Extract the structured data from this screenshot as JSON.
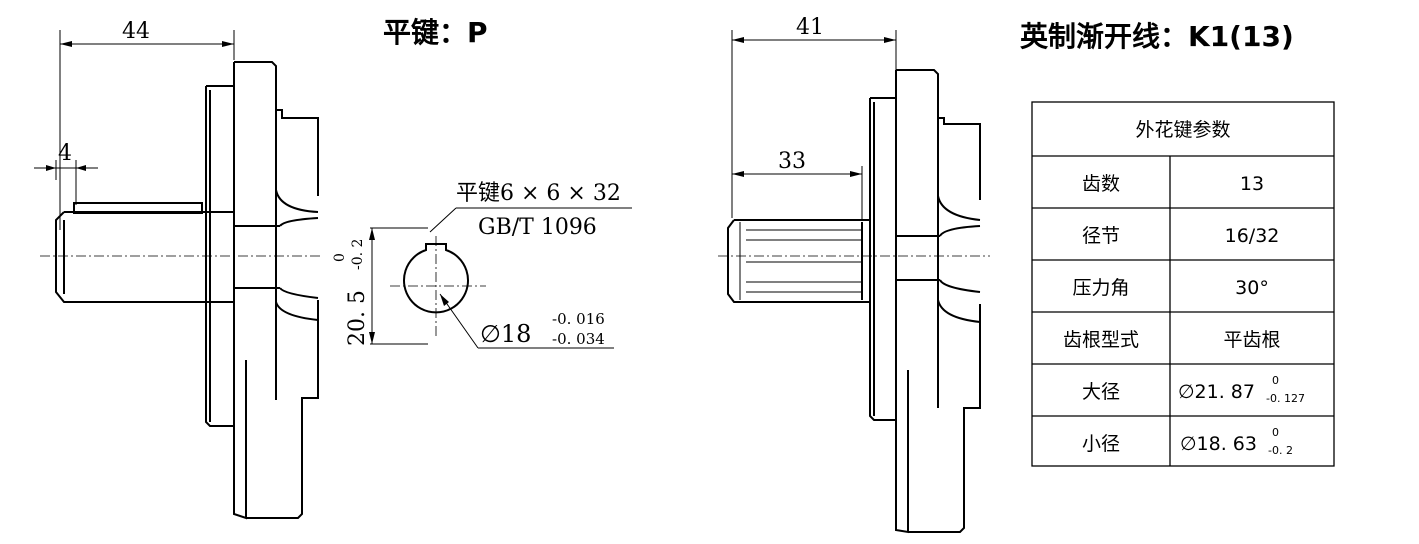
{
  "left_drawing": {
    "title": "平键：P",
    "dim_overall": "44",
    "dim_step": "4",
    "key_callout_line1": "平键6 × 6 × 32",
    "key_callout_line2": "GB/T 1096",
    "dim_keyway_main": "20. 5",
    "dim_keyway_upper": "0",
    "dim_keyway_lower": "-0. 2",
    "dim_diameter": "∅18",
    "tol_diameter_upper": "-0. 016",
    "tol_diameter_lower": "-0. 034"
  },
  "right_drawing": {
    "title": "英制渐开线：K1(13)",
    "dim_overall": "41",
    "dim_spline": "33"
  },
  "spline_table": {
    "header": "外花键参数",
    "rows": [
      {
        "label": "齿数",
        "value": "13"
      },
      {
        "label": "径节",
        "value": "16/32"
      },
      {
        "label": "压力角",
        "value": "30°"
      },
      {
        "label": "齿根型式",
        "value": "平齿根"
      },
      {
        "label": "大径",
        "value": "∅21. 87",
        "tol_upper": "0",
        "tol_lower": "-0. 127"
      },
      {
        "label": "小径",
        "value": "∅18. 63",
        "tol_upper": "0",
        "tol_lower": "-0. 2"
      }
    ]
  }
}
